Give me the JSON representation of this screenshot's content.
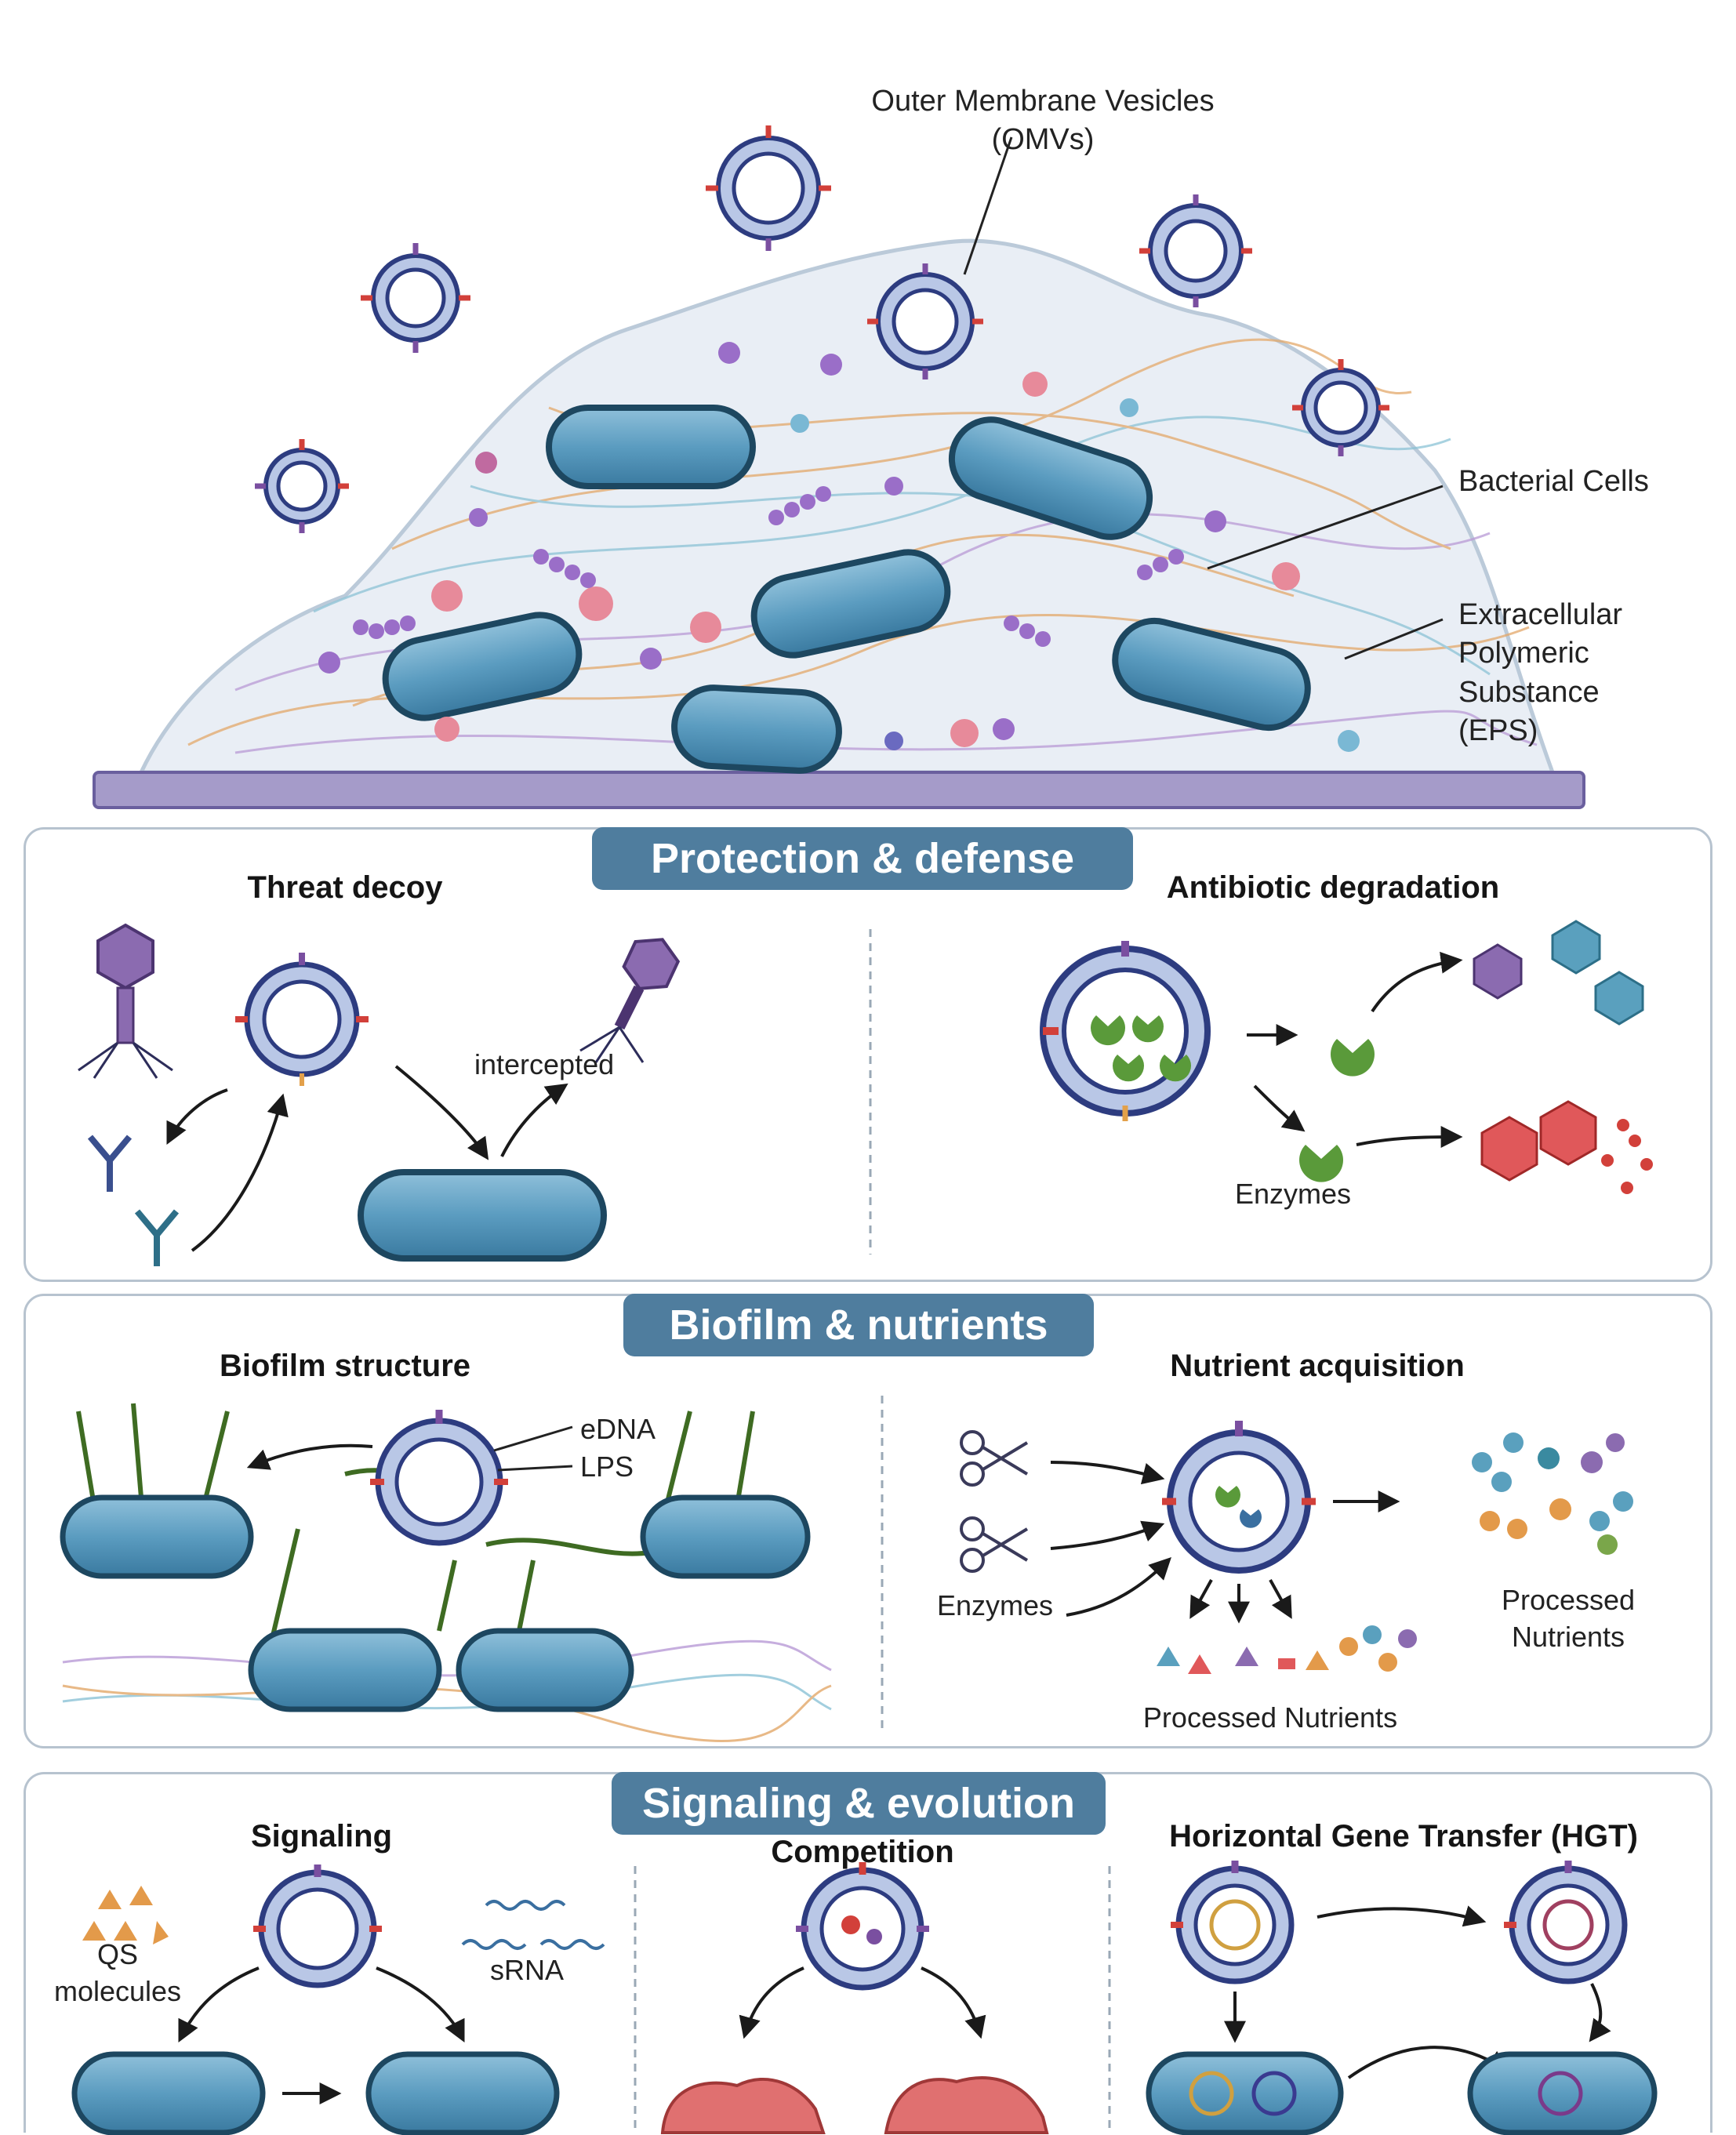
{
  "top": {
    "omv_label_line1": "Outer Membrane Vesicles",
    "omv_label_line2": "(OMVs)",
    "bacteria_label": "Bacterial Cells",
    "eps_line1": "Extracellular",
    "eps_line2": "Polymeric Substance",
    "eps_line3": "(EPS)"
  },
  "protection": {
    "banner": "Protection & defense",
    "threat_title": "Threat decoy",
    "intercepted": "intercepted",
    "antibiotic_title": "Antibiotic degradation",
    "enzymes": "Enzymes"
  },
  "biofilm": {
    "banner": "Biofilm & nutrients",
    "structure_title": "Biofilm structure",
    "edna": "eDNA",
    "lps": "LPS",
    "nutrient_title": "Nutrient acquisition",
    "enzymes": "Enzymes",
    "processed_right_line1": "Processed",
    "processed_right_line2": "Nutrients",
    "processed_bottom": "Processed Nutrients"
  },
  "signaling": {
    "banner": "Signaling & evolution",
    "signaling_title": "Signaling",
    "qs_line1": "QS",
    "qs_line2": "molecules",
    "srna": "sRNA",
    "competition_title": "Competition",
    "hgt_title": "Horizontal Gene Transfer (HGT)"
  },
  "colors": {
    "cell_fill": "#4f8fb3",
    "banner": "#4f7d9e",
    "omv_ring": "#2d3c80",
    "enzyme": "#5a9a3a",
    "red_accent": "#d2403a",
    "purple_accent": "#7a4fa0"
  }
}
